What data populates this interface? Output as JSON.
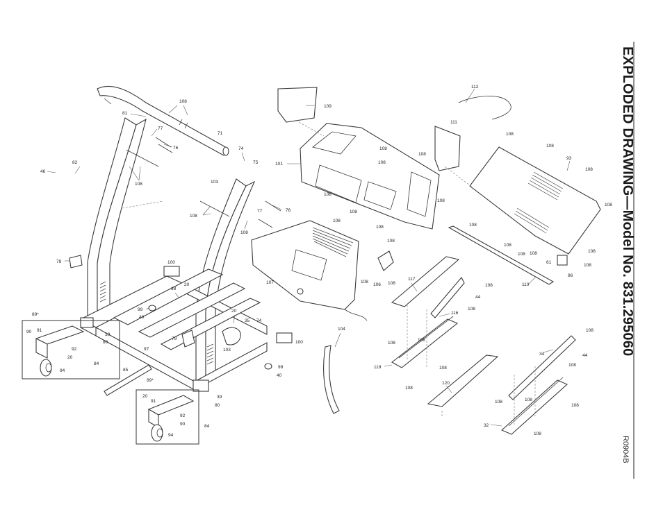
{
  "title": "EXPLODED DRAWING—Model No. 831.295060",
  "drawing_code": "R0904B",
  "parts": {
    "p108a": "108",
    "p81": "81",
    "p77a": "77",
    "p71": "71",
    "p76a": "76",
    "p82": "82",
    "p46": "46",
    "p108b": "108",
    "p74a": "74",
    "p75": "75",
    "p103a": "103",
    "p108c": "108",
    "p77b": "77",
    "p76b": "76",
    "p108d": "108",
    "p79a": "79",
    "p100a": "100",
    "p38": "38",
    "p20a": "20",
    "p99a": "99",
    "p40a": "40",
    "p20b": "20",
    "p35": "35",
    "p74b": "74",
    "p79b": "79",
    "p103b": "103",
    "p100b": "100",
    "p97": "97",
    "p99b": "99",
    "p40b": "40",
    "p85": "85",
    "p89a": "89*",
    "p90a": "90",
    "p91a": "91",
    "p39a": "39",
    "p80a": "80",
    "p92a": "92",
    "p20c": "20",
    "p84a": "84",
    "p94a": "94",
    "p89b": "89*",
    "p20d": "20",
    "p91b": "91",
    "p39b": "39",
    "p80b": "80",
    "p82b": "92",
    "p90b": "90",
    "p84b": "84",
    "p94b": "94",
    "p109": "109",
    "p101": "101",
    "p108e": "108",
    "p108f": "108",
    "p108g": "108",
    "p108h": "108",
    "p108i": "108",
    "p108j": "108",
    "p108k": "108",
    "p108l": "108",
    "p108m": "108",
    "p107": "107",
    "p106": "106",
    "p108n": "108",
    "p108o": "108",
    "p112": "112",
    "p111": "111",
    "p108p": "108",
    "p108q": "108",
    "p108r": "108",
    "p93": "93",
    "p108s": "108",
    "p108t": "108",
    "p108u": "108",
    "p108v": "108",
    "p108w": "108",
    "p108x": "108",
    "p61": "61",
    "p108y": "108",
    "p96": "96",
    "p110": "110",
    "p117": "117",
    "p108z": "108",
    "p44a": "44",
    "p108aa": "108",
    "p116": "116",
    "p108ab": "108",
    "p108ac": "108",
    "p119": "119",
    "p108ad": "108",
    "p108ae": "108",
    "p104": "104",
    "p120": "120",
    "p108af": "108",
    "p34": "34",
    "p44b": "44",
    "p108ag": "108",
    "p108ah": "108",
    "p108ai": "108",
    "p108aj": "108",
    "p32": "32",
    "p108ak": "108"
  }
}
